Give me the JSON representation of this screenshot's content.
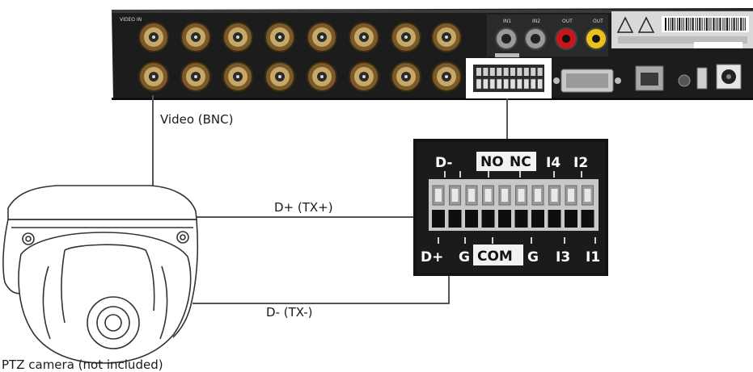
{
  "labels": {
    "video": "Video (BNC)",
    "d_plus": "D+ (TX+)",
    "d_minus": "D- (TX-)",
    "camera": "PTZ camera (not included)"
  },
  "dvr": {
    "video_in_label": "VIDEO IN",
    "in1": "IN1",
    "in2": "IN2",
    "out1": "OUT",
    "out2": "OUT"
  },
  "terminal_block": {
    "top_labels": [
      "D-",
      "NO",
      "NC",
      "I4",
      "I2"
    ],
    "bottom_labels": [
      "D+",
      "G",
      "COM",
      "G",
      "I3",
      "I1"
    ]
  },
  "colors": {
    "dvr_body": "#1c1c1c",
    "terminal_block": "#141414",
    "wire": "#555555"
  }
}
